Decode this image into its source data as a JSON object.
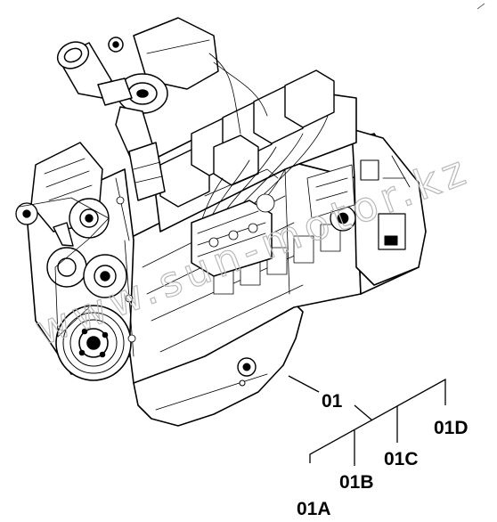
{
  "watermark": "www.sun-motor.kz",
  "callouts": {
    "main": "01",
    "a": "01A",
    "b": "01B",
    "c": "01C",
    "d": "01D"
  }
}
